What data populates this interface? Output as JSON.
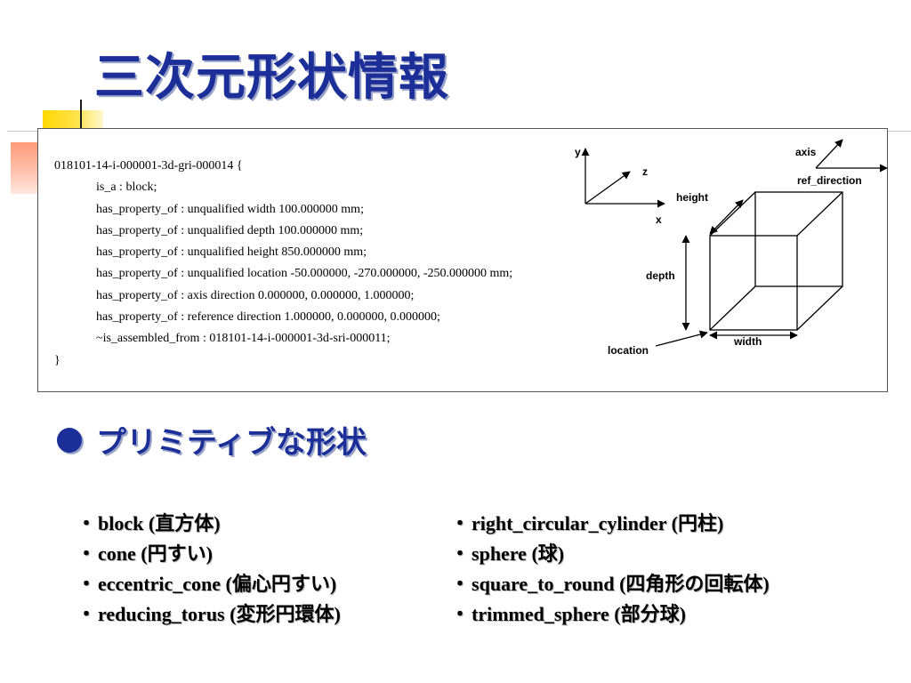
{
  "title": "三次元形状情報",
  "code": {
    "header": "018101-14-i-000001-3d-gri-000014 {",
    "lines": [
      "is_a : block;",
      "has_property_of : unqualified width 100.000000 mm;",
      "has_property_of : unqualified depth 100.000000 mm;",
      "has_property_of : unqualified height 850.000000 mm;",
      "has_property_of : unqualified location -50.000000, -270.000000, -250.000000 mm;",
      "has_property_of : axis direction 0.000000, 0.000000, 1.000000;",
      "has_property_of : reference direction 1.000000, 0.000000, 0.000000;",
      "~is_assembled_from : 018101-14-i-000001-3d-sri-000011;"
    ],
    "footer": "}"
  },
  "diagram": {
    "axes": {
      "y": "y",
      "z": "z",
      "x": "x"
    },
    "labels": {
      "axis": "axis",
      "ref_direction": "ref_direction",
      "height": "height",
      "depth": "depth",
      "width": "width",
      "location": "location"
    }
  },
  "section": {
    "heading": "プリミティブな形状"
  },
  "primitives": {
    "bullet": "・",
    "left": [
      "block (直方体)",
      "cone (円すい)",
      "eccentric_cone (偏心円すい)",
      "reducing_torus (変形円環体)"
    ],
    "right": [
      "right_circular_cylinder (円柱)",
      "sphere (球)",
      "square_to_round (四角形の回転体)",
      "trimmed_sphere (部分球)"
    ]
  },
  "colors": {
    "title": "#1c2f99",
    "accent_yellow": "#ffd700",
    "accent_pink": "#ff9a7a"
  }
}
